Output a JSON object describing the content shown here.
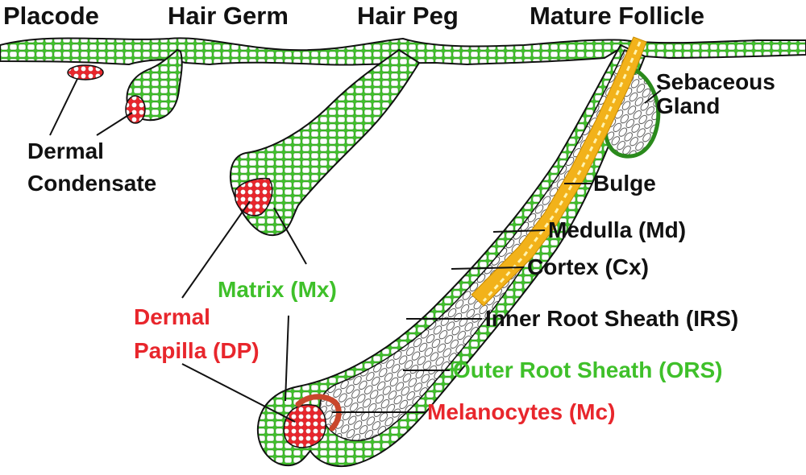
{
  "stages": {
    "placode": "Placode",
    "hair_germ": "Hair Germ",
    "hair_peg": "Hair Peg",
    "mature_follicle": "Mature Follicle"
  },
  "labels": {
    "dermal_condensate_1": "Dermal",
    "dermal_condensate_2": "Condensate",
    "sebaceous_1": "Sebaceous",
    "sebaceous_2": "Gland",
    "bulge": "Bulge",
    "medulla": "Medulla (Md)",
    "cortex": "Cortex (Cx)",
    "irs": "Inner Root Sheath (IRS)",
    "ors": "Outer Root Sheath (ORS)",
    "melanocytes": "Melanocytes (Mc)",
    "matrix": "Matrix (Mx)",
    "dermal_papilla_1": "Dermal",
    "dermal_papilla_2": "Papilla (DP)"
  },
  "colors": {
    "epithelium": "#3fc02a",
    "dermal": "#e8262c",
    "hair_shaft": "#f2b21a",
    "outline": "#111111"
  }
}
